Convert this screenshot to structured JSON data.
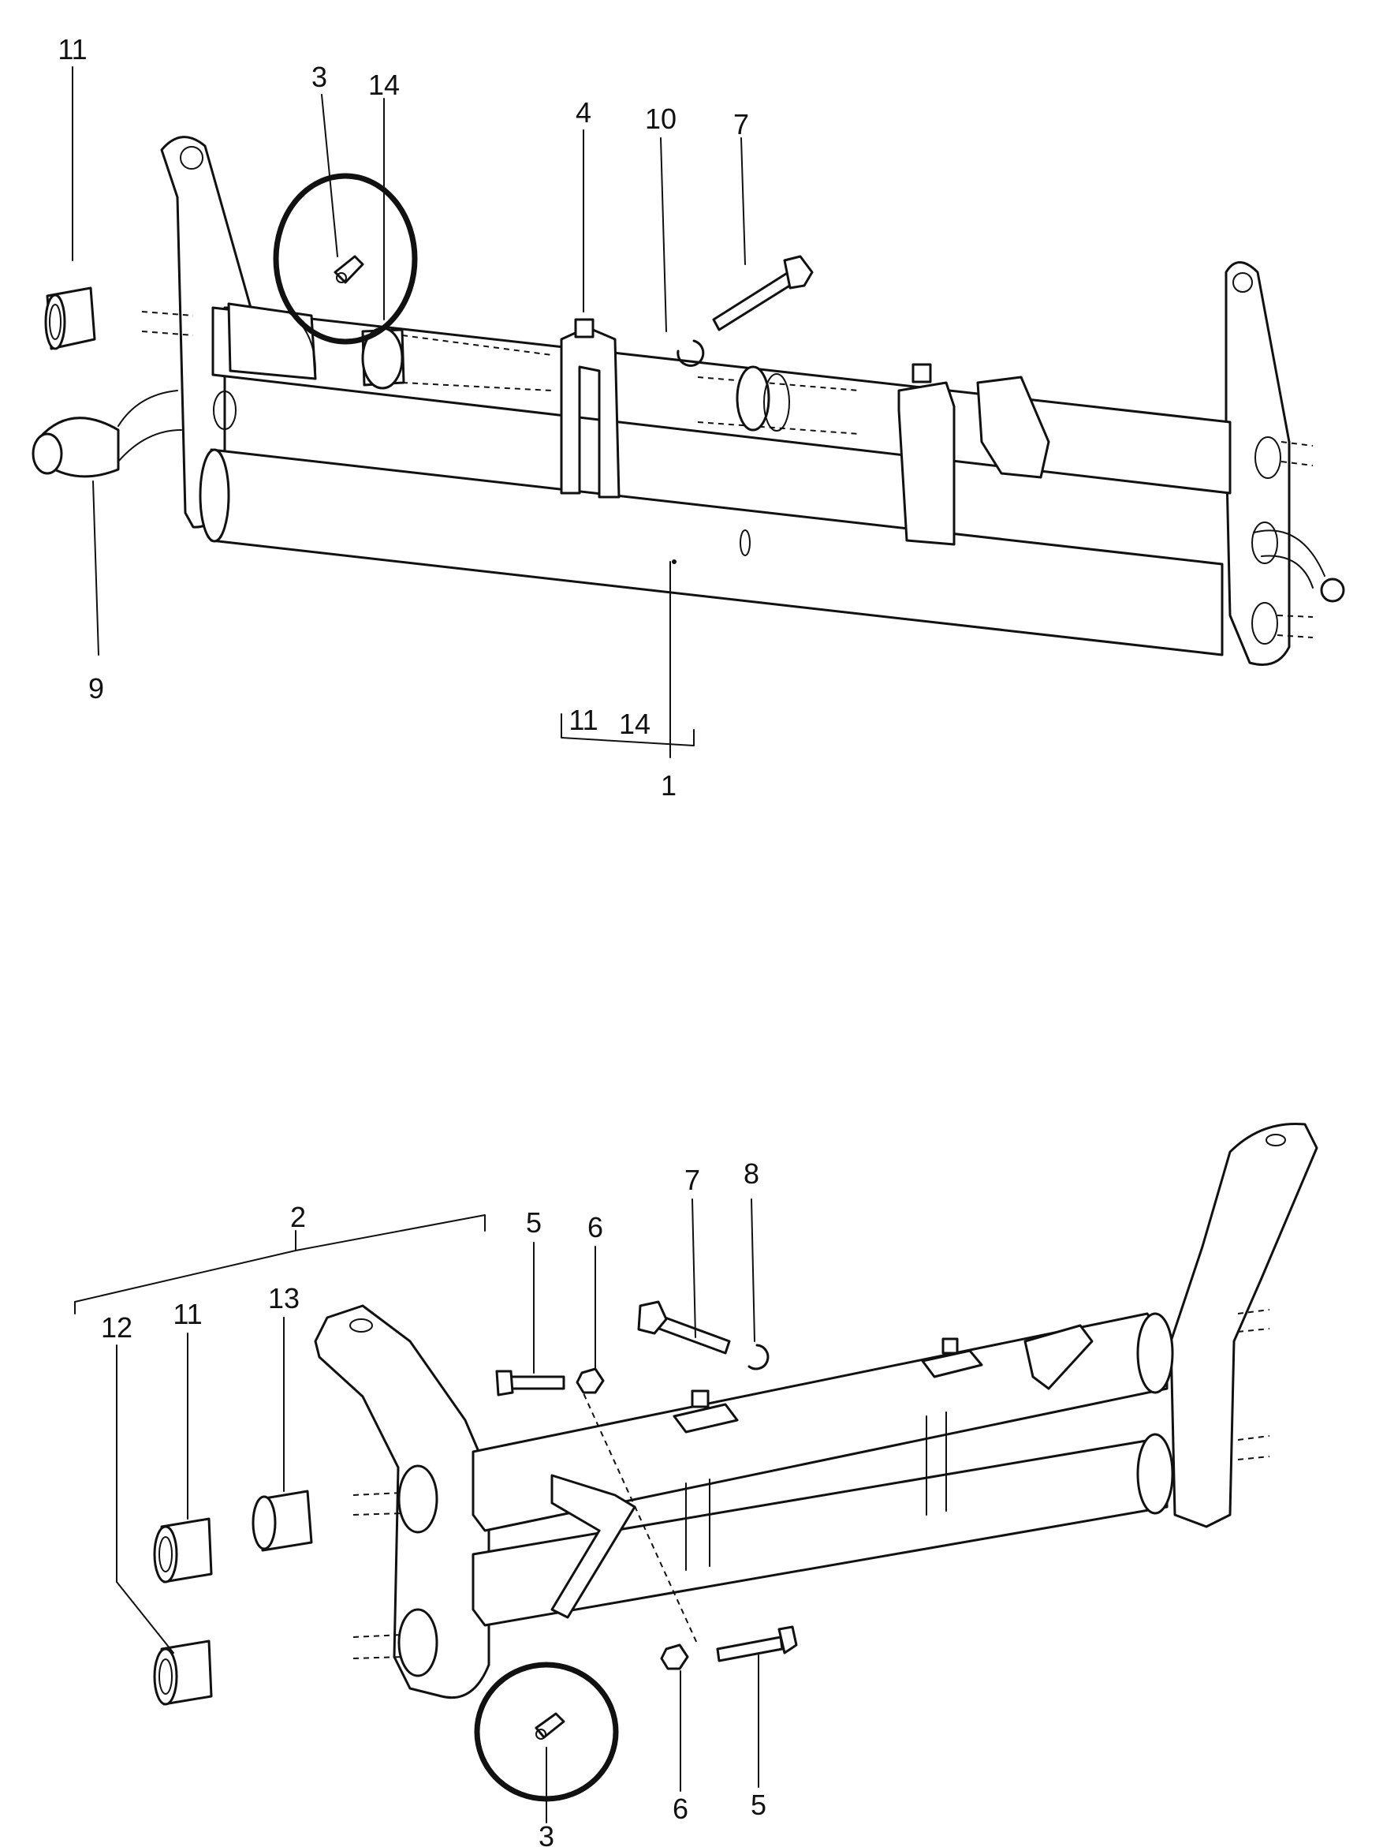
{
  "figure": {
    "upper_assembly_labels": [
      "11",
      "3",
      "14",
      "4",
      "10",
      "7",
      "9",
      "11",
      "14",
      "1"
    ],
    "lower_assembly_labels": [
      "2",
      "12",
      "11",
      "13",
      "5",
      "6",
      "7",
      "8",
      "6",
      "5",
      "3"
    ],
    "highlight_color": "#111111"
  },
  "labels": {
    "u11": "11",
    "u3": "3",
    "u14": "14",
    "u4": "4",
    "u10": "10",
    "u7": "7",
    "u9": "9",
    "u1_11": "11",
    "u1_14": "14",
    "u1": "1",
    "l2": "2",
    "l12": "12",
    "l11": "11",
    "l13": "13",
    "l5a": "5",
    "l6a": "6",
    "l7": "7",
    "l8": "8",
    "l6b": "6",
    "l5b": "5",
    "l3": "3"
  }
}
